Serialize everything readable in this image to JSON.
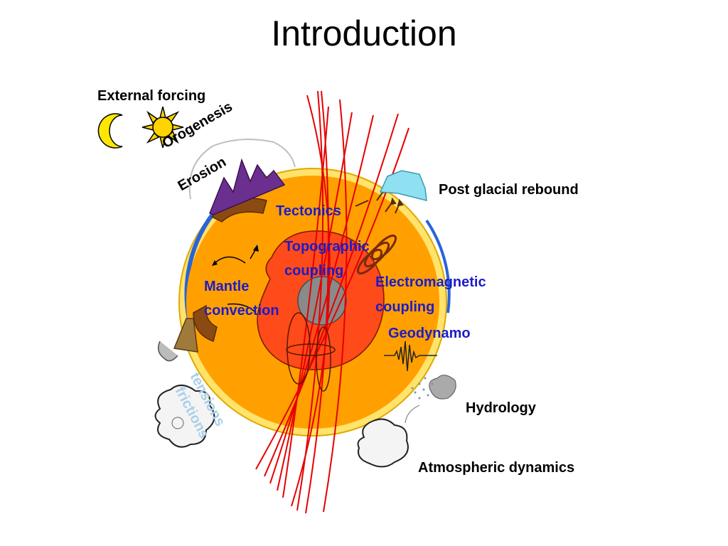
{
  "title": "Introduction",
  "labels": {
    "external_forcing": "External forcing",
    "orogenesis": "Orogenesis",
    "erosion": "Erosion",
    "post_glacial_rebound": "Post glacial rebound",
    "tectonics": "Tectonics",
    "topographic_coupling_1": "Topographic",
    "topographic_coupling_2": "coupling",
    "mantle_convection_1": "Mantle",
    "mantle_convection_2": "convection",
    "electromagnetic_coupling_1": "Electromagnetic",
    "electromagnetic_coupling_2": "coupling",
    "geodynamo": "Geodynamo",
    "hydrology": "Hydrology",
    "atmospheric_dynamics": "Atmospheric dynamics",
    "tensions": "tensions",
    "frictions": "frictions"
  },
  "colors": {
    "mantle": "#ffa000",
    "outer_core": "#ff4a1a",
    "inner_core": "#8a8a8a",
    "crust": "#ffe36a",
    "field_lines": "#e60000",
    "label_blue": "#1c1cc8"
  },
  "icons": [
    "moon-icon",
    "sun-icon",
    "mountains-icon",
    "glacier-icon",
    "volcano-icon",
    "cloud-icon",
    "rain-icon",
    "seismogram-icon",
    "coil-icon"
  ]
}
